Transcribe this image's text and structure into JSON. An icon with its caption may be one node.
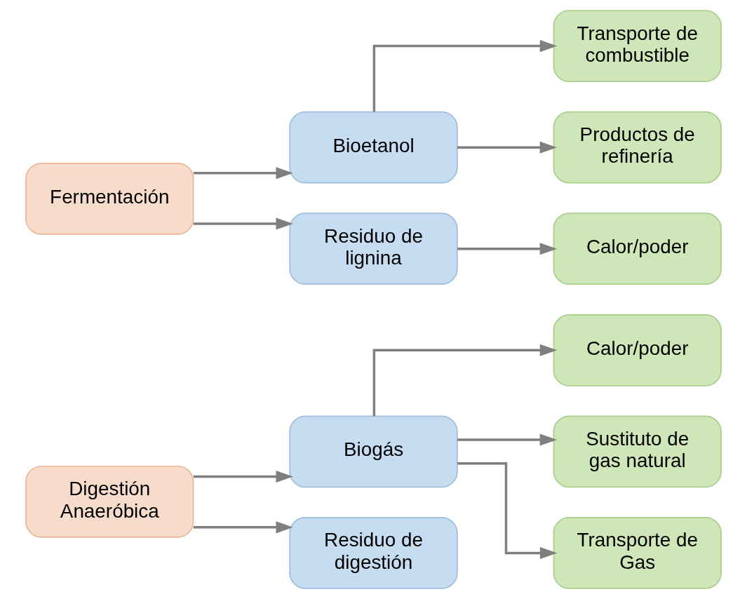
{
  "diagram": {
    "nodes": [
      {
        "text": [
          "Digestión Anaeróbica"
        ]
      },
      {
        "text": [
          "Biogás"
        ]
      },
      {
        "text": [
          "Residuo de digestión"
        ]
      },
      {
        "text": [
          "Calor/poder"
        ]
      },
      {
        "text": [
          "Sustituto de gas natural"
        ]
      },
      {
        "text": [
          "Transporte de Gas"
        ]
      },
      {
        "text": [
          "Fermentación"
        ]
      },
      {
        "text": [
          "Bioetanol"
        ]
      },
      {
        "text": [
          "Residuo de lignina"
        ]
      },
      {
        "text": [
          "Transporte de combustible"
        ]
      },
      {
        "text": [
          "Productos de refinería"
        ]
      },
      {
        "text": [
          "Calor/poder"
        ]
      }
    ],
    "edges": [
      {
        "from": 0,
        "to": 1,
        "arrow": "to"
      },
      {
        "from": 0,
        "to": 2,
        "arrow": "to"
      },
      {
        "from": 1,
        "to": 3,
        "arrow": "to"
      },
      {
        "from": 1,
        "to": 4,
        "arrow": "to"
      },
      {
        "from": 1,
        "to": 5,
        "arrow": "to"
      },
      {
        "from": 6,
        "to": 7,
        "arrow": "to"
      },
      {
        "from": 6,
        "to": 8,
        "arrow": "to"
      },
      {
        "from": 7,
        "to": 9,
        "arrow": "to"
      },
      {
        "from": 7,
        "to": 10,
        "arrow": "to"
      },
      {
        "from": 8,
        "to": 11,
        "arrow": "to"
      }
    ]
  }
}
